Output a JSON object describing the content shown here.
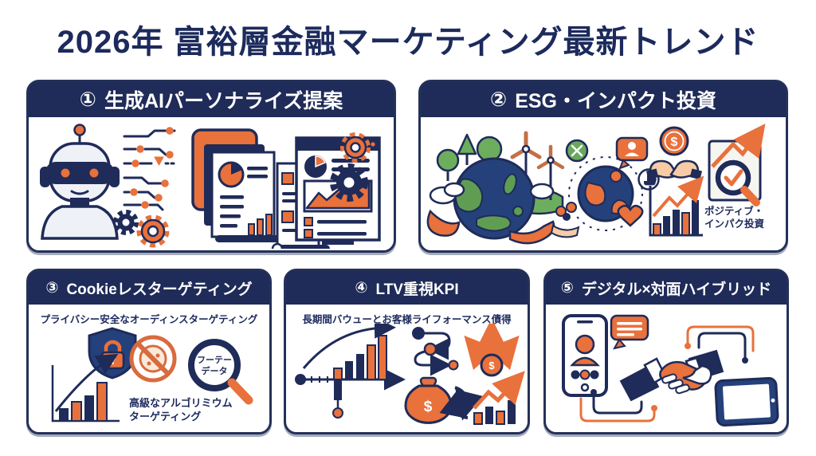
{
  "page": {
    "title": "2026年 富裕層金融マーケティング最新トレンド",
    "colors": {
      "navy": "#1f2b58",
      "orange": "#e8713c",
      "green": "#6cae5e",
      "skin": "#f7cba6",
      "white": "#ffffff"
    }
  },
  "panels": [
    {
      "number": "①",
      "title": "生成AIパーソナライズ提案",
      "icons": [
        "robot-icon",
        "circuit-board-icon",
        "gear-icon",
        "report-stack-icon",
        "scroll-document-icon",
        "analytics-window-icon"
      ]
    },
    {
      "number": "②",
      "title": "ESG・インパクト投資",
      "caption": "ポジティブ・\nインパク投資",
      "coin_symbol": "$",
      "icons": [
        "earth-nature-icon",
        "wind-turbine-icon",
        "community-globe-icon",
        "chat-person-icon",
        "thumbs-up-icon",
        "heart-icon",
        "people-hand-icon",
        "hands-dollar-coin-icon",
        "growth-bar-chart-icon",
        "audit-check-document-icon"
      ]
    },
    {
      "number": "③",
      "title": "Cookieレスターゲティング",
      "subtitle": "プライバシー安全なオーディンスターゲティング",
      "lens_label_line1": "フーテー",
      "lens_label_line2": "データ",
      "caption": "高級なアルゴリミウム\nターゲティング",
      "icons": [
        "shield-lock-icon",
        "growth-bars-arrow-icon",
        "no-cookie-icon",
        "data-magnifier-icon"
      ]
    },
    {
      "number": "④",
      "title": "LTV重視KPI",
      "subtitle": "長期間バウューとお客様ライフォーマンス債得",
      "coin_symbol": "$",
      "bag_symbol": "$",
      "icons": [
        "timeline-bars-icon",
        "journey-path-icon",
        "fan-arrows-dollar-icon",
        "money-bag-cycle-icon",
        "trend-bars-arrow-icon"
      ]
    },
    {
      "number": "⑤",
      "title": "デジタル×対面ハイブリッド",
      "icons": [
        "video-call-phone-icon",
        "chat-bubble-icon",
        "handshake-icon",
        "connector-lines-icon",
        "tablet-icon"
      ]
    }
  ]
}
